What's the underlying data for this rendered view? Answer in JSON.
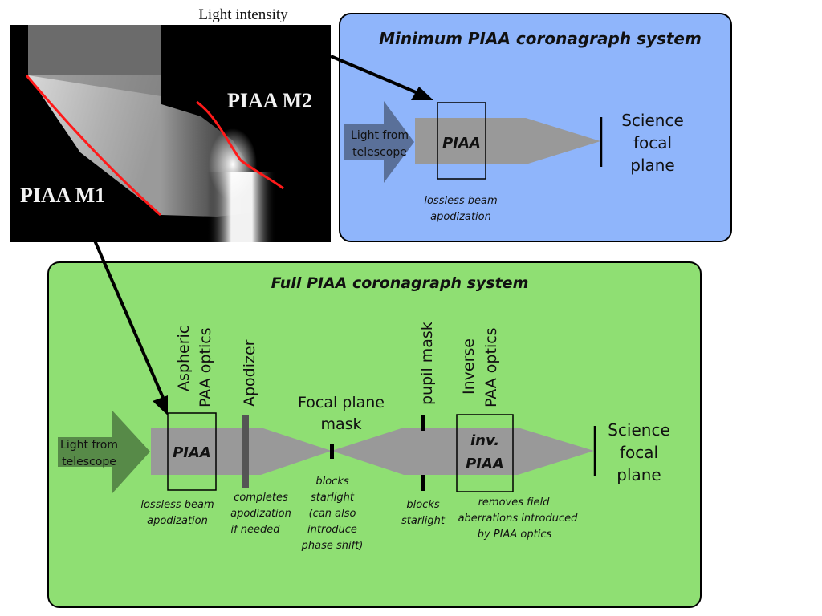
{
  "colors": {
    "minimum_panel": "#8fb5fb",
    "full_panel": "#8fdf73",
    "beam": "#999999",
    "minimum_source_arrow": "#5a7099",
    "full_source_arrow": "#578a48",
    "mirror_curve": "#ff1a1a",
    "apodizer_bar": "#555555",
    "outline": "#000000"
  },
  "intensity_image": {
    "caption": "Light intensity",
    "label_m1": "PIAA M1",
    "label_m2": "PIAA M2"
  },
  "minimum_system": {
    "title": "Minimum PIAA coronagraph system",
    "source_label_line1": "Light from",
    "source_label_line2": "telescope",
    "piaa_box_label": "PIAA",
    "piaa_caption_line1": "lossless beam",
    "piaa_caption_line2": "apodization",
    "focal_label_line1": "Science",
    "focal_label_line2": "focal",
    "focal_label_line3": "plane"
  },
  "full_system": {
    "title": "Full PIAA coronagraph system",
    "source_label_line1": "Light from",
    "source_label_line2": "telescope",
    "components": {
      "piaa": {
        "rotated_label_line1": "Aspheric",
        "rotated_label_line2": "PAA optics",
        "box_label": "PIAA",
        "caption": [
          "lossless beam",
          "apodization"
        ]
      },
      "apodizer": {
        "rotated_label": "Apodizer",
        "caption": [
          "completes",
          "apodization",
          "if needed"
        ]
      },
      "focal_plane_mask": {
        "label_line1": "Focal plane",
        "label_line2": "mask",
        "caption": [
          "blocks",
          "starlight",
          "(can also",
          "introduce",
          "phase shift)"
        ]
      },
      "pupil_mask": {
        "rotated_label": "pupil mask",
        "caption": [
          "blocks",
          "starlight"
        ]
      },
      "inverse_piaa": {
        "rotated_label_line1": "Inverse",
        "rotated_label_line2": "PAA optics",
        "box_label_line1": "inv.",
        "box_label_line2": "PIAA",
        "caption": [
          "removes field",
          "aberrations introduced",
          "by PIAA optics"
        ]
      }
    },
    "focal_label_line1": "Science",
    "focal_label_line2": "focal",
    "focal_label_line3": "plane"
  }
}
